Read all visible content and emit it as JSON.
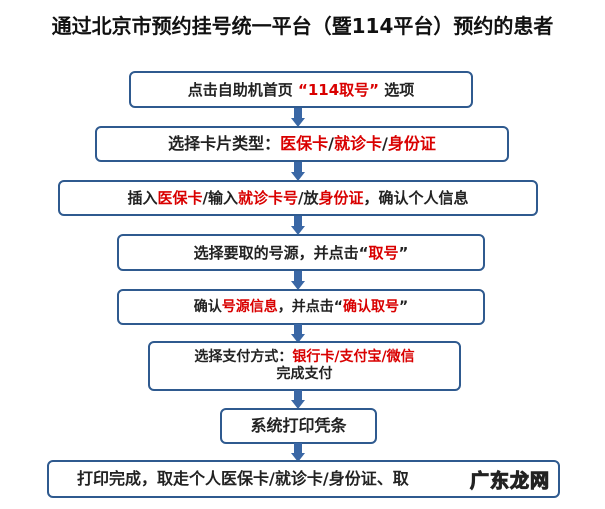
{
  "title": "通过北京市预约挂号统一平台（暨114平台）预约的患者",
  "colors": {
    "border": "#2f5a8f",
    "arrow": "#3a67a5",
    "highlight": "#d90000",
    "text": "#222222"
  },
  "steps": [
    {
      "segments": [
        {
          "t": "点击自助机首页 "
        },
        {
          "t": "“114取号”",
          "red": true
        },
        {
          "t": " 选项"
        }
      ]
    },
    {
      "segments": [
        {
          "t": "选择卡片类型："
        },
        {
          "t": "医保卡",
          "red": true
        },
        {
          "t": "/"
        },
        {
          "t": "就诊卡",
          "red": true
        },
        {
          "t": "/"
        },
        {
          "t": "身份证",
          "red": true
        }
      ]
    },
    {
      "segments": [
        {
          "t": "插入"
        },
        {
          "t": "医保卡",
          "red": true
        },
        {
          "t": "/输入"
        },
        {
          "t": "就诊卡号",
          "red": true
        },
        {
          "t": "/放"
        },
        {
          "t": "身份证",
          "red": true
        },
        {
          "t": "，确认个人信息"
        }
      ]
    },
    {
      "segments": [
        {
          "t": "选择要取的号源，并点击“"
        },
        {
          "t": "取号",
          "red": true
        },
        {
          "t": "”"
        }
      ]
    },
    {
      "segments": [
        {
          "t": "确认"
        },
        {
          "t": "号源信息",
          "red": true
        },
        {
          "t": "，并点击“"
        },
        {
          "t": "确认取号",
          "red": true
        },
        {
          "t": "”"
        }
      ]
    },
    {
      "segments": [
        {
          "t": "选择支付方式："
        },
        {
          "t": "银行卡/支付宝/微信",
          "red": true
        }
      ],
      "line2": "完成支付"
    },
    {
      "segments": [
        {
          "t": "系统打印凭条"
        }
      ]
    },
    {
      "segments": [
        {
          "t": "打印完成，取走个人医保卡/就诊卡/身份证、取"
        }
      ]
    }
  ],
  "watermark": "广东龙网"
}
